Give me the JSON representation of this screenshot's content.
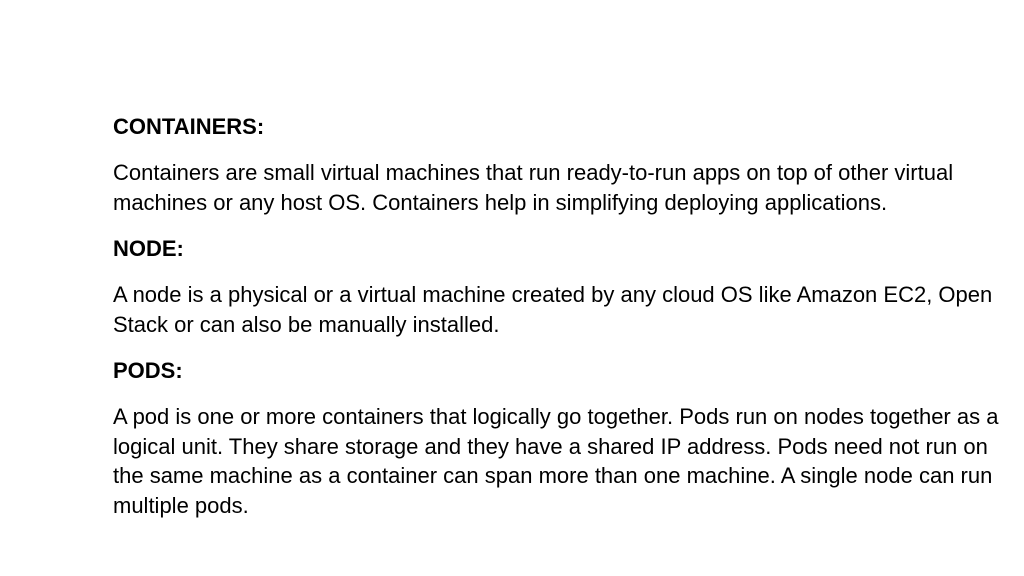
{
  "sections": [
    {
      "heading": "CONTAINERS:",
      "text": "Containers are small virtual machines that run ready-to-run apps on top of other virtual machines or any host OS. Containers help in simplifying deploying applications."
    },
    {
      "heading": "NODE:",
      "text": "A node is a physical or a virtual machine created by any cloud OS like Amazon EC2, Open Stack or can also be manually installed."
    },
    {
      "heading": "PODS:",
      "text": "A pod is one or more containers that logically go together. Pods run on nodes together as a logical unit. They share storage and they have a shared IP address. Pods need not run on the same machine as a container can span more than one machine. A single node can run multiple pods."
    }
  ]
}
